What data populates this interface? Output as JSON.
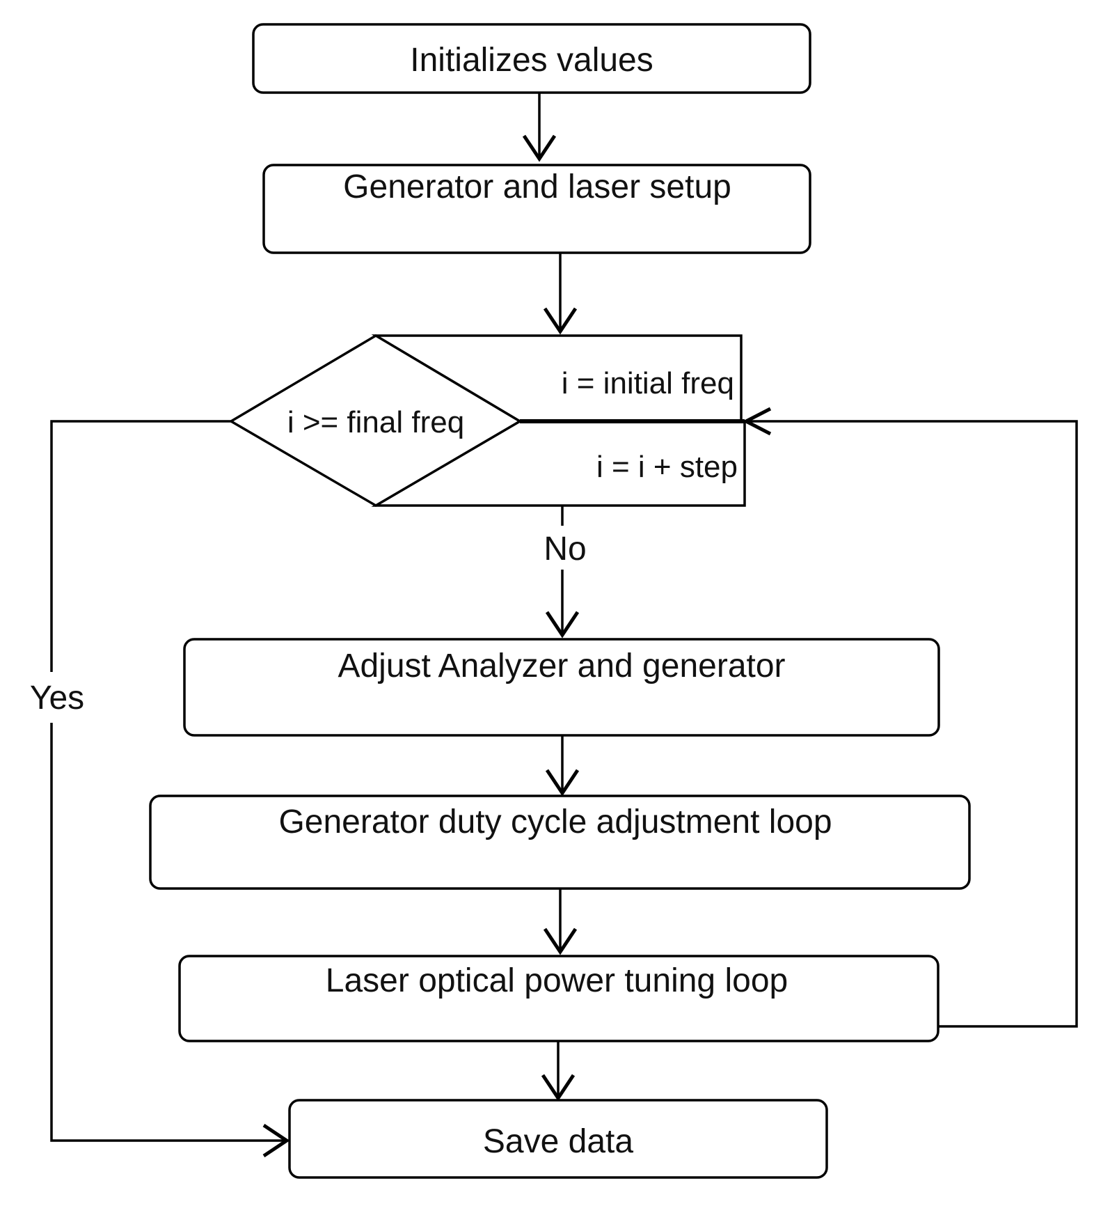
{
  "steps": {
    "init": "Initializes values",
    "setup": "Generator and laser setup",
    "adjust": "Adjust Analyzer and generator",
    "duty": "Generator duty cycle adjustment loop",
    "laser": "Laser optical power tuning loop",
    "save": "Save data"
  },
  "loop": {
    "condition": "i >= final freq",
    "init": "i = initial freq",
    "increment": "i = i + step"
  },
  "branches": {
    "yes": "Yes",
    "no": "No"
  }
}
